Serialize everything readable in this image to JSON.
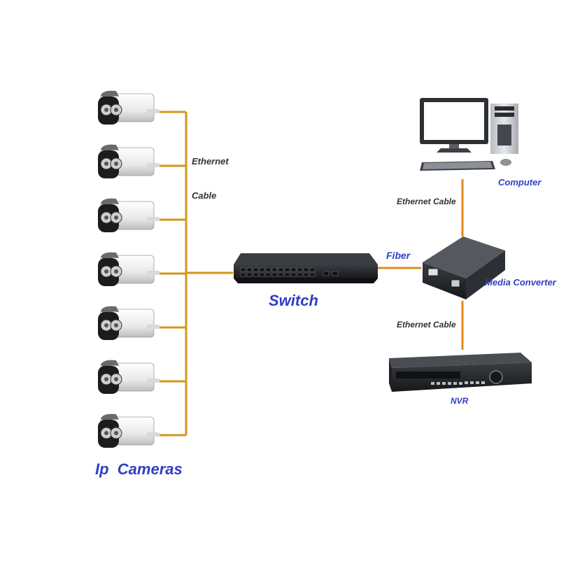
{
  "labels": {
    "ethernet": "Ethernet",
    "cable": "Cable",
    "switch": "Switch",
    "ip_cameras": "Ip  Cameras",
    "fiber": "Fiber",
    "ethernet_cable_top": "Ethernet Cable",
    "computer": "Computer",
    "media_converter": "Media Converter",
    "ethernet_cable_bottom": "Ethernet Cable",
    "nvr": "NVR"
  },
  "colors": {
    "cable": "#d4961c",
    "fiber": "#e28a1c",
    "blue_text": "#2f3fc4",
    "dark_text": "#333333"
  },
  "icons": [
    "ip-camera-icon",
    "network-switch-icon",
    "computer-icon",
    "media-converter-icon",
    "nvr-icon"
  ]
}
